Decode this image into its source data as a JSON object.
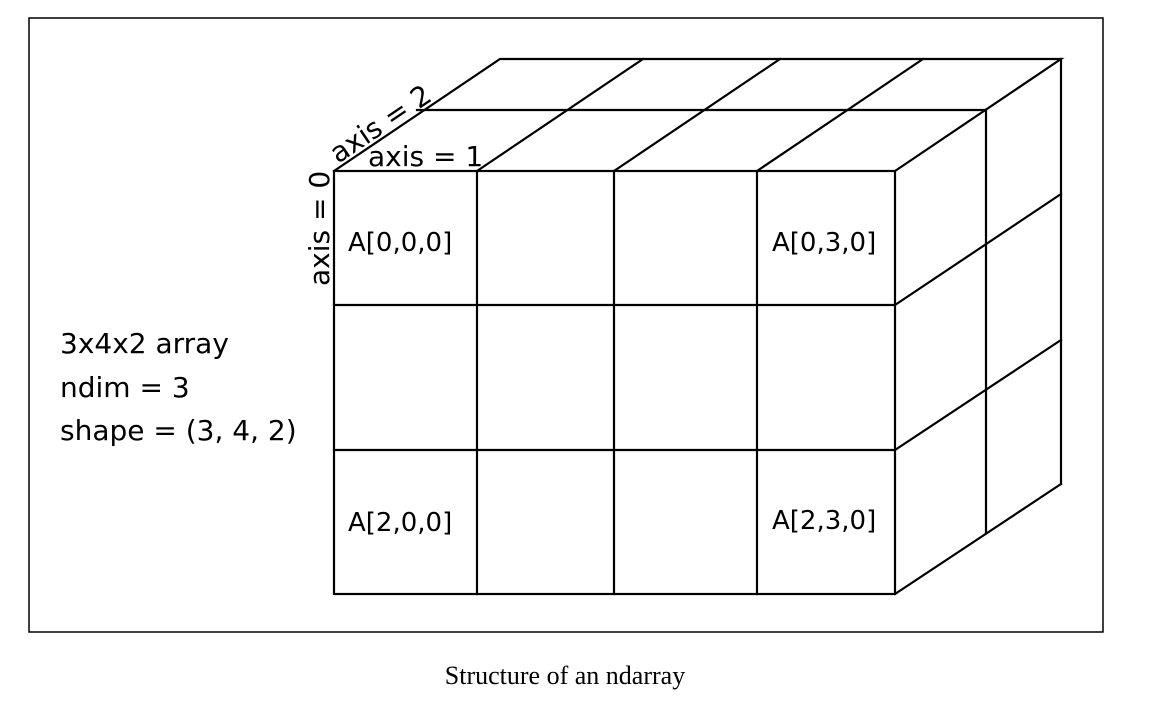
{
  "title": "Structure of an ndarray",
  "axes": {
    "axis0": "axis = 0",
    "axis1": "axis = 1",
    "axis2": "axis = 2"
  },
  "info": {
    "line1": "3x4x2 array",
    "line2": "ndim = 3",
    "line3": "shape = (3, 4, 2)"
  },
  "cells": {
    "a000": "A[0,0,0]",
    "a030": "A[0,3,0]",
    "a200": "A[2,0,0]",
    "a230": "A[2,3,0]"
  }
}
